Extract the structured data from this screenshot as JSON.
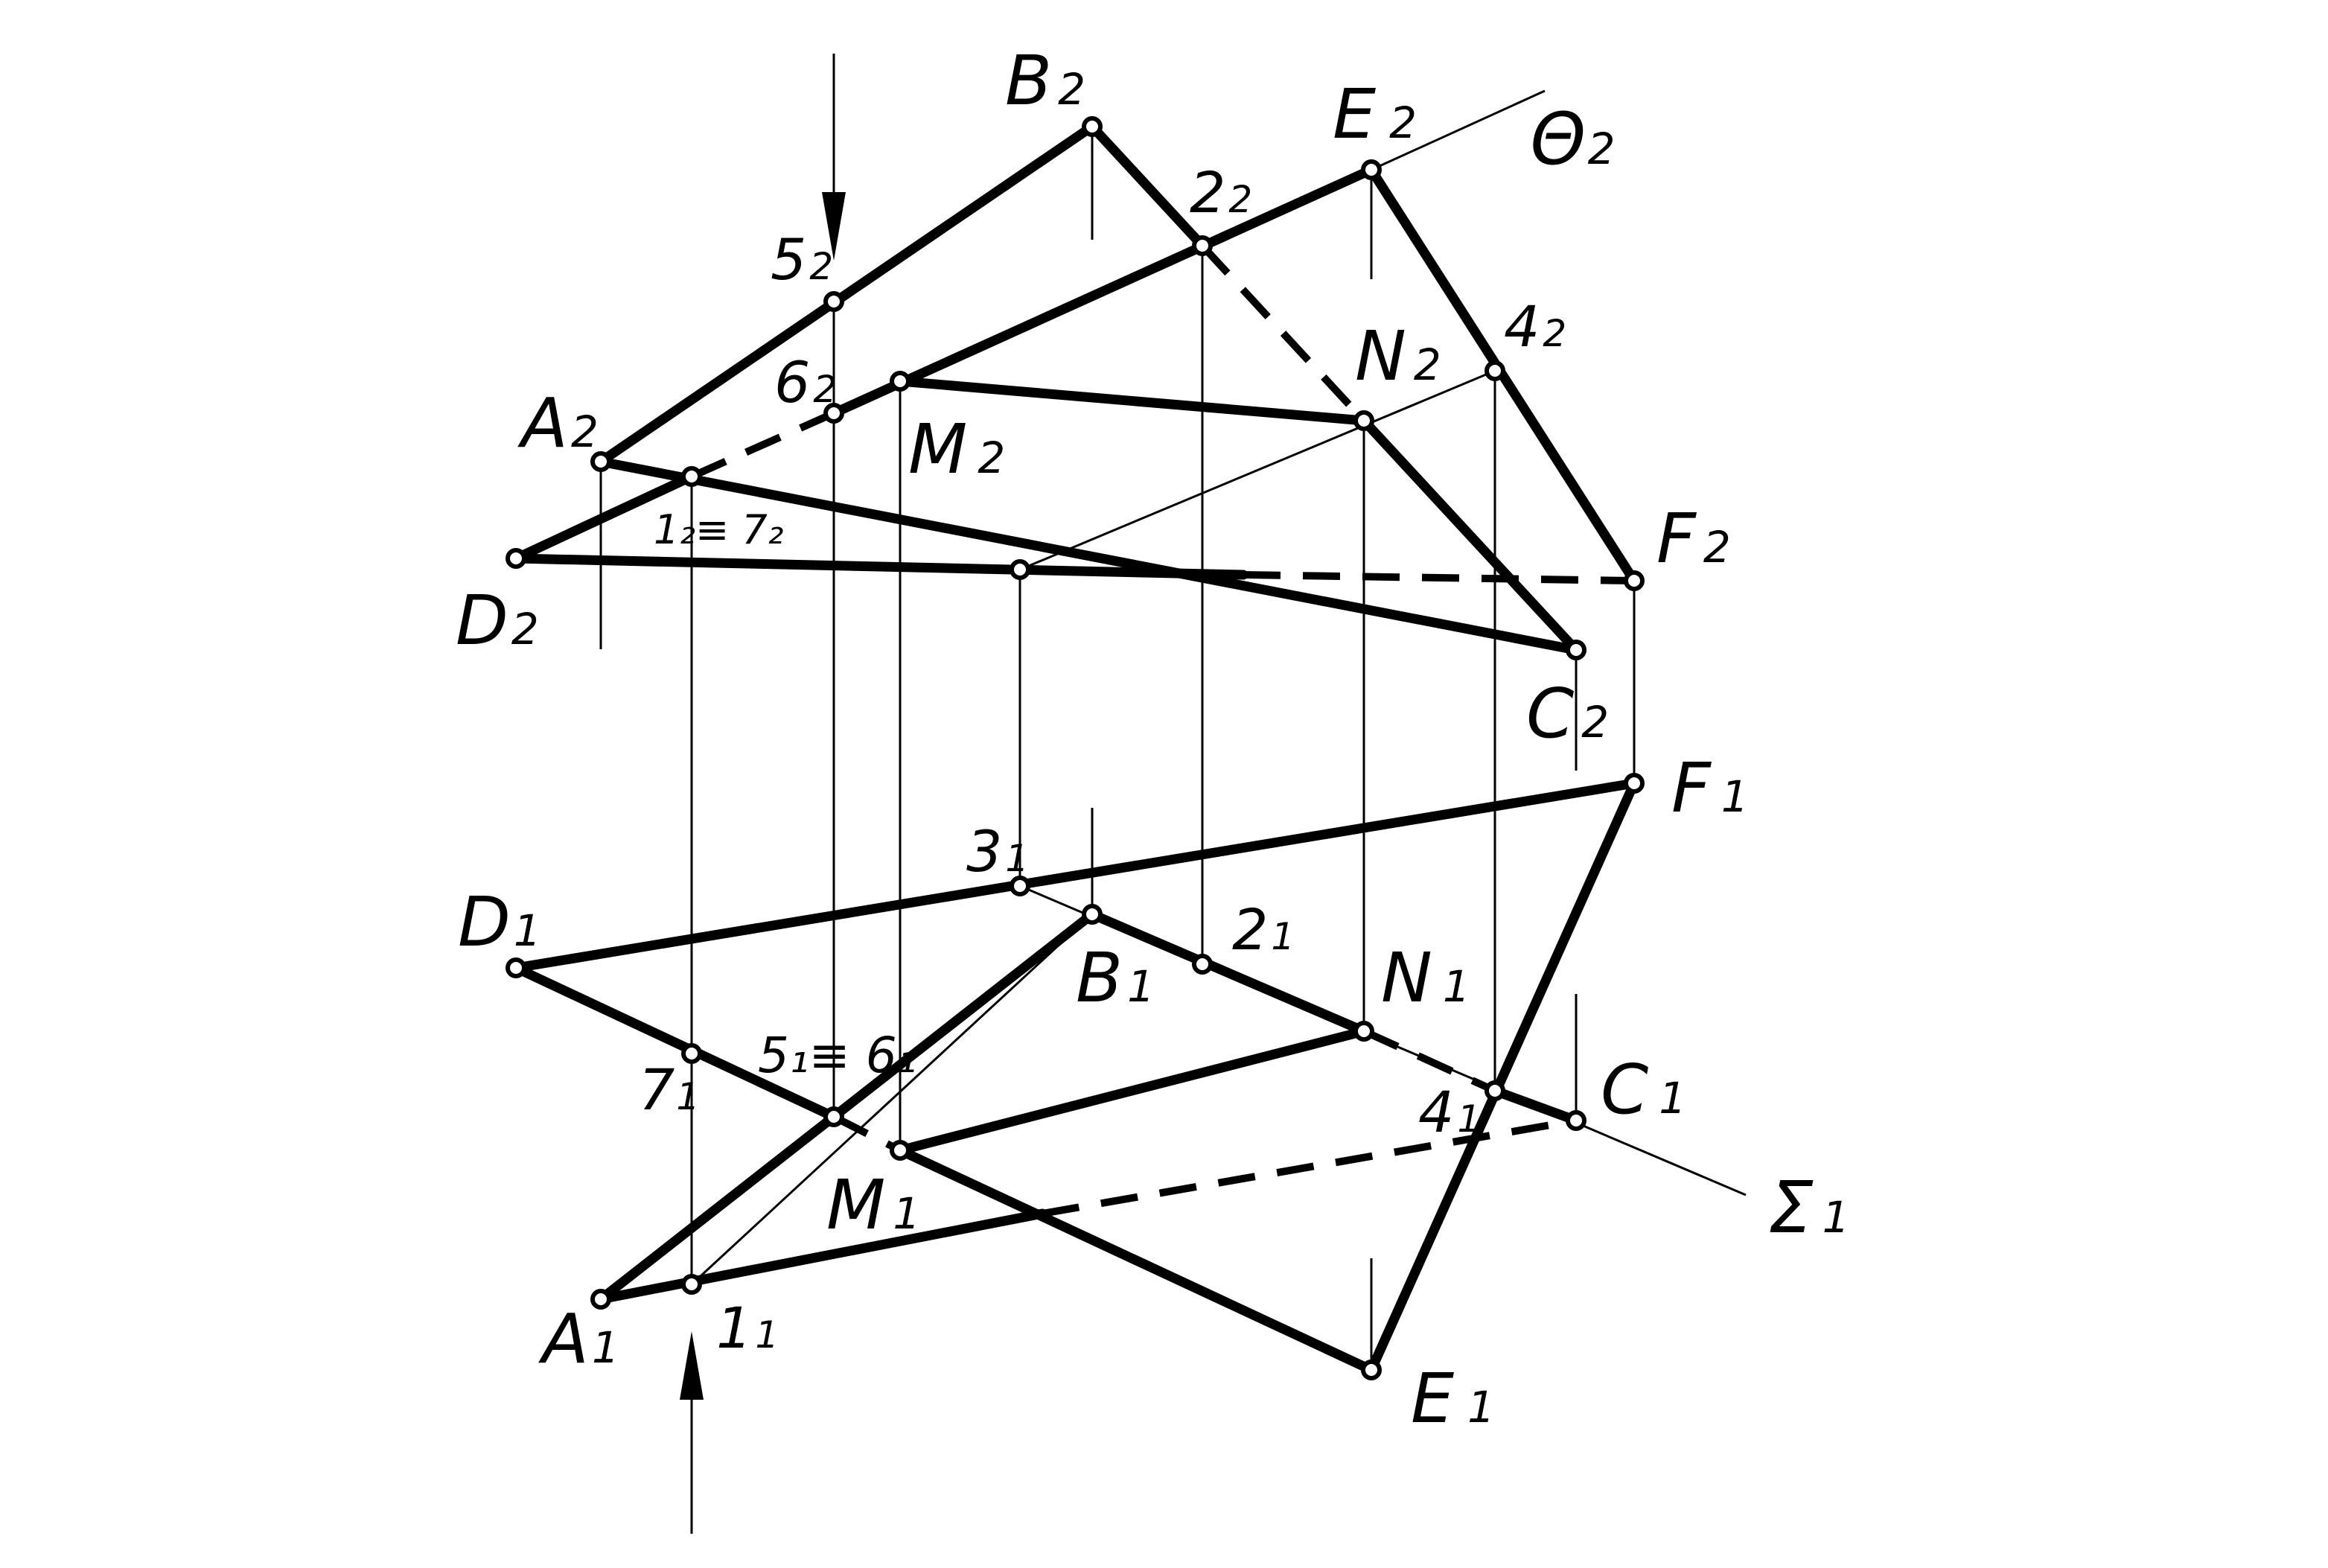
{
  "labels": {
    "A2": {
      "main": "A",
      "sub": "2"
    },
    "B2": {
      "main": "B",
      "sub": "2"
    },
    "C2": {
      "main": "C",
      "sub": "2"
    },
    "D2": {
      "main": "D",
      "sub": "2"
    },
    "E2": {
      "main": "E",
      "sub": "2"
    },
    "F2": {
      "main": "F",
      "sub": "2"
    },
    "M2": {
      "main": "M",
      "sub": "2"
    },
    "N2": {
      "main": "N",
      "sub": "2"
    },
    "P2_2": {
      "main": "2",
      "sub": "2"
    },
    "P4_2": {
      "main": "4",
      "sub": "2"
    },
    "P5_2": {
      "main": "5",
      "sub": "2"
    },
    "P6_2": {
      "main": "6",
      "sub": "2"
    },
    "P1_7_2": {
      "text": "1₂≡ 7₂"
    },
    "Theta2": {
      "main": "Θ",
      "sub": "2"
    },
    "A1": {
      "main": "A",
      "sub": "1"
    },
    "B1": {
      "main": "B",
      "sub": "1"
    },
    "C1": {
      "main": "C",
      "sub": "1"
    },
    "D1": {
      "main": "D",
      "sub": "1"
    },
    "E1": {
      "main": "E",
      "sub": "1"
    },
    "F1": {
      "main": "F",
      "sub": "1"
    },
    "M1": {
      "main": "M",
      "sub": "1"
    },
    "N1": {
      "main": "N",
      "sub": "1"
    },
    "P1_1": {
      "main": "1",
      "sub": "1"
    },
    "P2_1": {
      "main": "2",
      "sub": "1"
    },
    "P3_1": {
      "main": "3",
      "sub": "1"
    },
    "P4_1": {
      "main": "4",
      "sub": "1"
    },
    "P7_1": {
      "main": "7",
      "sub": "1"
    },
    "P5_6_1": {
      "text": "5₁≡ 6₁"
    },
    "Sigma1": {
      "main": "Σ",
      "sub": "1"
    }
  }
}
